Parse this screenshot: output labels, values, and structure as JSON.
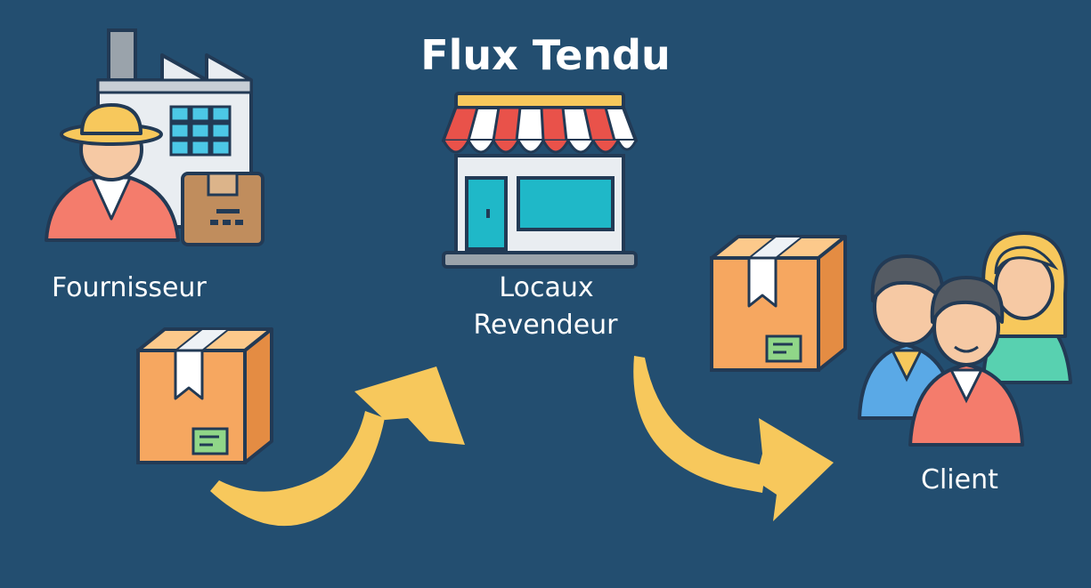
{
  "title": "Flux Tendu",
  "nodes": {
    "supplier": {
      "label": "Fournisseur",
      "icon": "factory-worker-icon"
    },
    "retailer": {
      "label_line1": "Locaux",
      "label_line2": "Revendeur",
      "icon": "shop-icon"
    },
    "client": {
      "label": "Client",
      "icon": "customers-group-icon"
    }
  },
  "parcel_icon": "cardboard-box-icon",
  "flow_icon": "curved-arrow-icon",
  "colors": {
    "background": "#234e70",
    "text": "#ffffff",
    "arrow": "#f7c85c",
    "box": "#f6a760",
    "outline": "#223a55"
  }
}
